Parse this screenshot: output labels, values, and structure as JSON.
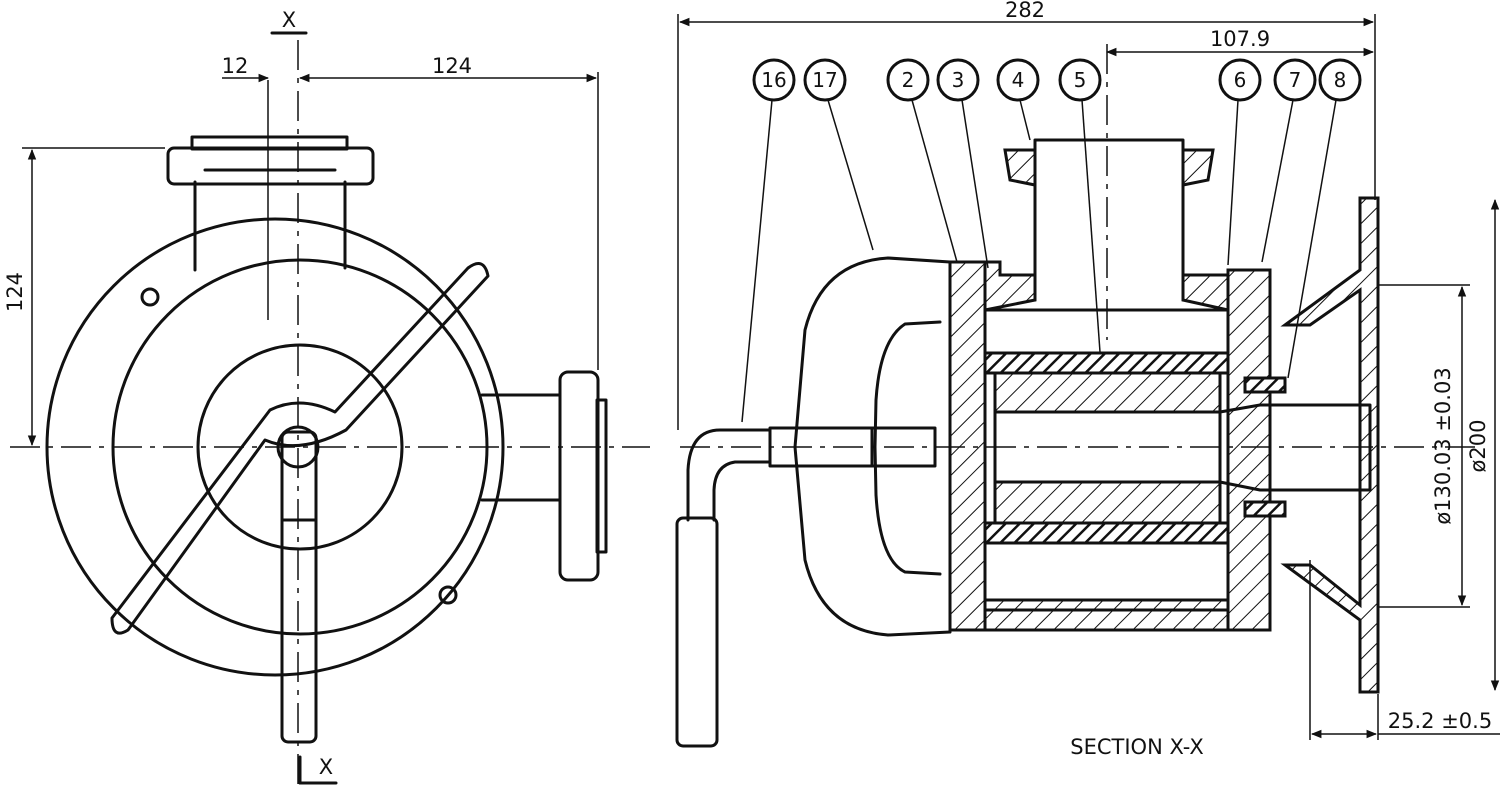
{
  "left_view": {
    "section_mark_top": "X",
    "section_mark_bottom": "X",
    "dim_offset": "12",
    "dim_width": "124",
    "dim_height": "124"
  },
  "section_view": {
    "title": "SECTION X-X",
    "dim_overall": "282",
    "dim_partial": "107.9",
    "dim_bore": "ø130.03 ±0.03",
    "dim_flange": "ø200",
    "dim_flange_thickness": "25.2 ±0.5",
    "balloons": [
      "16",
      "17",
      "2",
      "3",
      "4",
      "5",
      "6",
      "7",
      "8"
    ]
  }
}
